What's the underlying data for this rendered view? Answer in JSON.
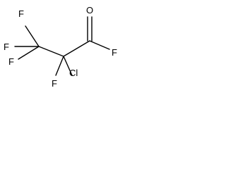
{
  "molecule": {
    "atoms": {
      "f_left": "F",
      "f_top": "F",
      "f_mid": "F",
      "o_carbonyl": "O",
      "f_acyl": "F",
      "f_bottom": "F",
      "cl": "Cl"
    }
  },
  "colors": {
    "bond": "#000000",
    "text": "#000000",
    "background": "#ffffff"
  }
}
